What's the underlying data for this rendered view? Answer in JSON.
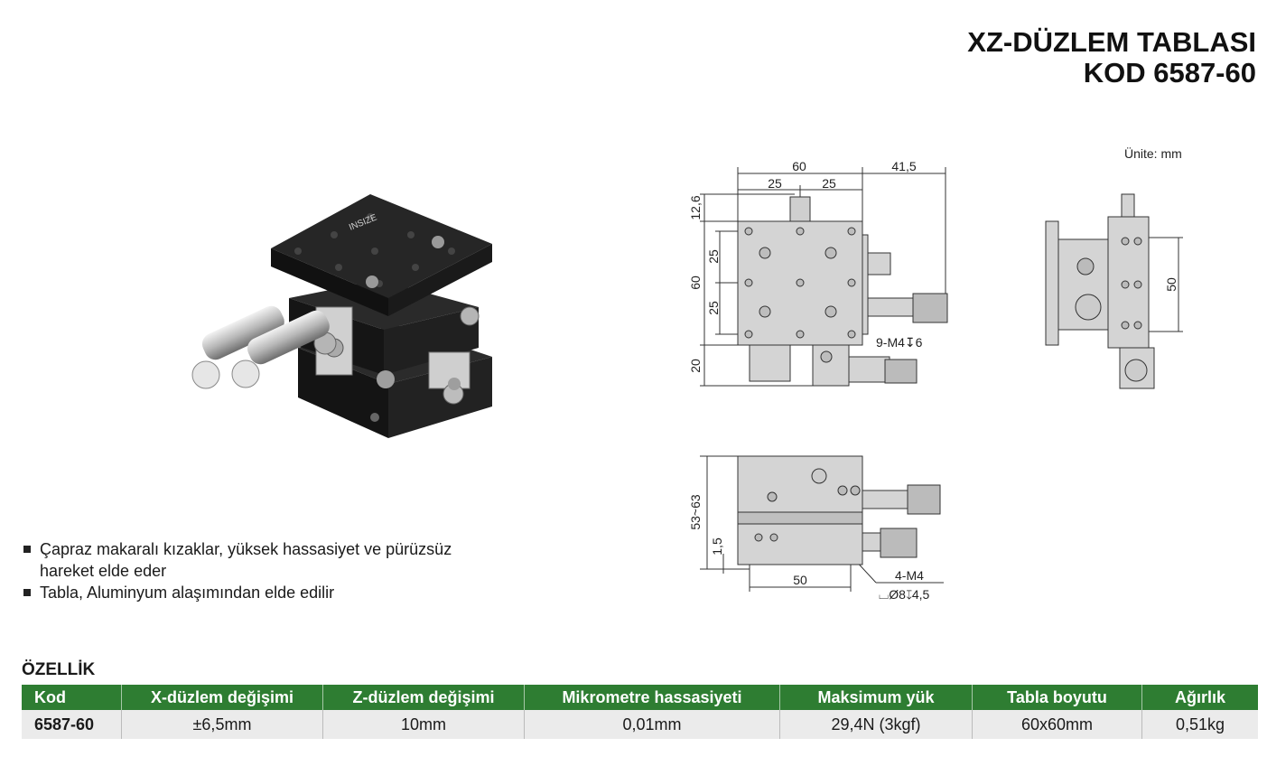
{
  "header": {
    "title_line1": "XZ-DÜZLEM TABLASI",
    "title_line2": "KOD 6587-60"
  },
  "brand_logo_text": "INSIZE",
  "drawing": {
    "unit_label": "Ünite: mm",
    "front": {
      "width": "60",
      "offset_right": "41,5",
      "left_half": "25",
      "right_half": "25",
      "height": "60",
      "top_offset": "12,6",
      "upper_25": "25",
      "lower_25": "25",
      "bottom": "20",
      "holes_note": "9-M4↧6"
    },
    "side": {
      "pitch": "50"
    },
    "bottom_view": {
      "height_range": "53~63",
      "base": "1,5",
      "width": "50",
      "mount_note_1": "4-M4",
      "mount_note_2": "⌴Ø8↧4,5"
    }
  },
  "features": [
    "Çapraz makaralı kızaklar, yüksek hassasiyet ve pürüzsüz hareket elde eder",
    "Tabla, Aluminyum alaşımından elde edilir"
  ],
  "spec": {
    "heading": "ÖZELLİK",
    "columns": [
      "Kod",
      "X-düzlem değişimi",
      "Z-düzlem değişimi",
      "Mikrometre hassasiyeti",
      "Maksimum yük",
      "Tabla boyutu",
      "Ağırlık"
    ],
    "rows": [
      [
        "6587-60",
        "±6,5mm",
        "10mm",
        "0,01mm",
        "29,4N (3kgf)",
        "60x60mm",
        "0,51kg"
      ]
    ]
  },
  "colors": {
    "table_header": "#2e7d32",
    "table_row": "#ebebeb",
    "stage_body": "#1c1c1c",
    "drawing_fill": "#d4d4d4"
  }
}
